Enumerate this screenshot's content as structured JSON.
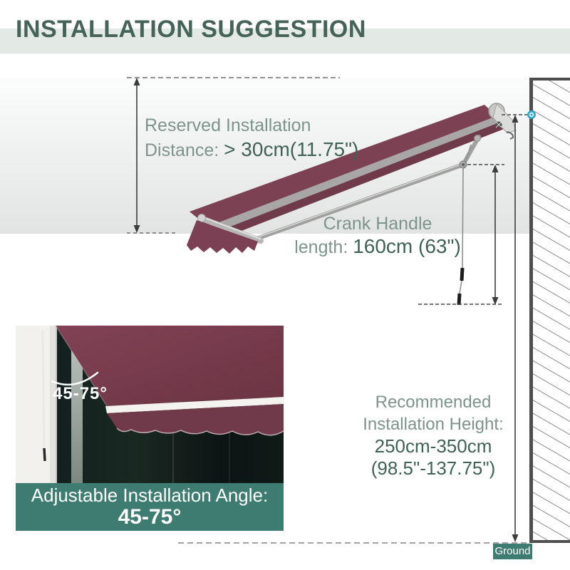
{
  "title": "INSTALLATION SUGGESTION",
  "diagram": {
    "reserved_distance": {
      "line1": "Reserved Installation",
      "label": "Distance: ",
      "value": "> 30cm(11.75\")"
    },
    "crank_handle": {
      "line1": "Crank Handle",
      "label": "length: ",
      "value": "160cm (63\")"
    },
    "recommended_height": {
      "line1": "Recommended",
      "line2": "Installation Height:",
      "line3": "250cm-350cm",
      "line4": "(98.5\"-137.75\")"
    },
    "ground_label": "Ground"
  },
  "inset": {
    "photo_angle_label": "45-75°",
    "caption_line1": "Adjustable Installation Angle:",
    "caption_line2": "45-75°"
  },
  "colors": {
    "accent_teal": "#3E7C72",
    "title_green": "#456359",
    "text_muted_green": "#7E948B",
    "text_dark_green": "#3F6156",
    "awning_burgundy": "#7B4052",
    "title_band": "#E3E9E5",
    "mount_marker_cyan": "#2BA8C8",
    "wall_line_gray": "#5D5D5D"
  }
}
